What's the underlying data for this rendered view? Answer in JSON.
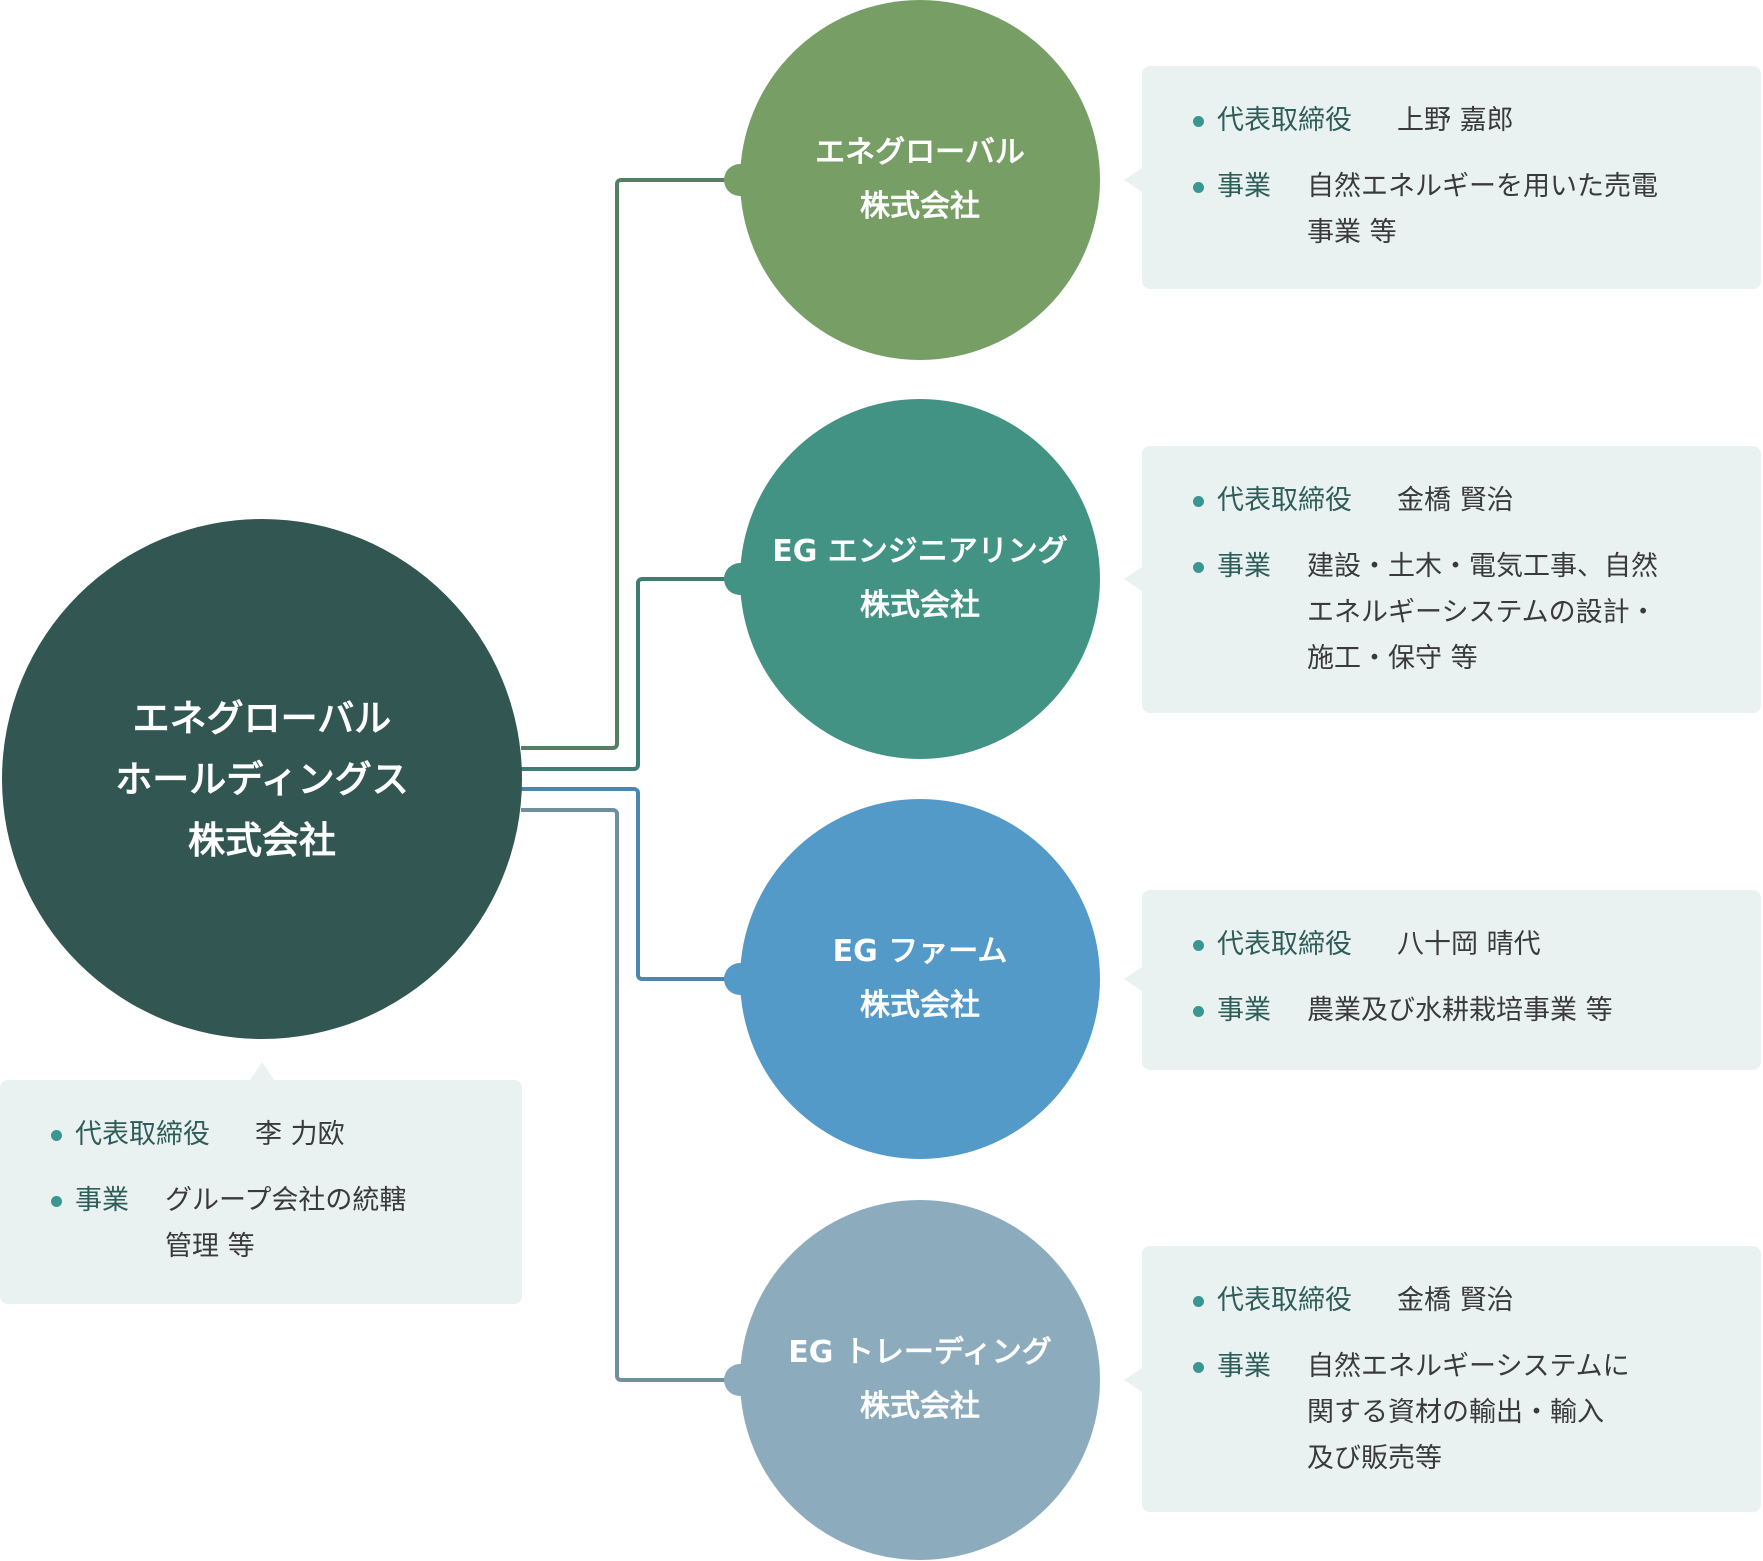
{
  "colors": {
    "parent": "#325753",
    "c1": "#769e65",
    "c2": "#429384",
    "c3": "#539ac9",
    "c4": "#8cacbe",
    "box": "#eaf2f1",
    "bullet": "#3a9690"
  },
  "parent": {
    "name_lines": [
      "エネグローバル",
      "ホールディングス",
      "株式会社"
    ],
    "rep_label": "代表取締役",
    "rep": "李 力欧",
    "biz_label": "事業",
    "biz_lines": [
      "グループ会社の統轄",
      "管理 等"
    ]
  },
  "companies": [
    {
      "name_lines": [
        "エネグローバル",
        "株式会社"
      ],
      "rep_label": "代表取締役",
      "rep": "上野 嘉郎",
      "biz_label": "事業",
      "biz_lines": [
        "自然エネルギーを用いた売電",
        "事業 等"
      ]
    },
    {
      "name_lines": [
        "EG エンジニアリング",
        "株式会社"
      ],
      "rep_label": "代表取締役",
      "rep": "金橋 賢治",
      "biz_label": "事業",
      "biz_lines": [
        "建設・土木・電気工事、自然",
        "エネルギーシステムの設計・",
        "施工・保守 等"
      ]
    },
    {
      "name_lines": [
        "EG ファーム",
        "株式会社"
      ],
      "rep_label": "代表取締役",
      "rep": "八十岡 晴代",
      "biz_label": "事業",
      "biz_lines": [
        "農業及び水耕栽培事業 等"
      ]
    },
    {
      "name_lines": [
        "EG トレーディング",
        "株式会社"
      ],
      "rep_label": "代表取締役",
      "rep": "金橋 賢治",
      "biz_label": "事業",
      "biz_lines": [
        "自然エネルギーシステムに",
        "関する資材の輸出・輸入",
        "及び販売等"
      ]
    }
  ]
}
